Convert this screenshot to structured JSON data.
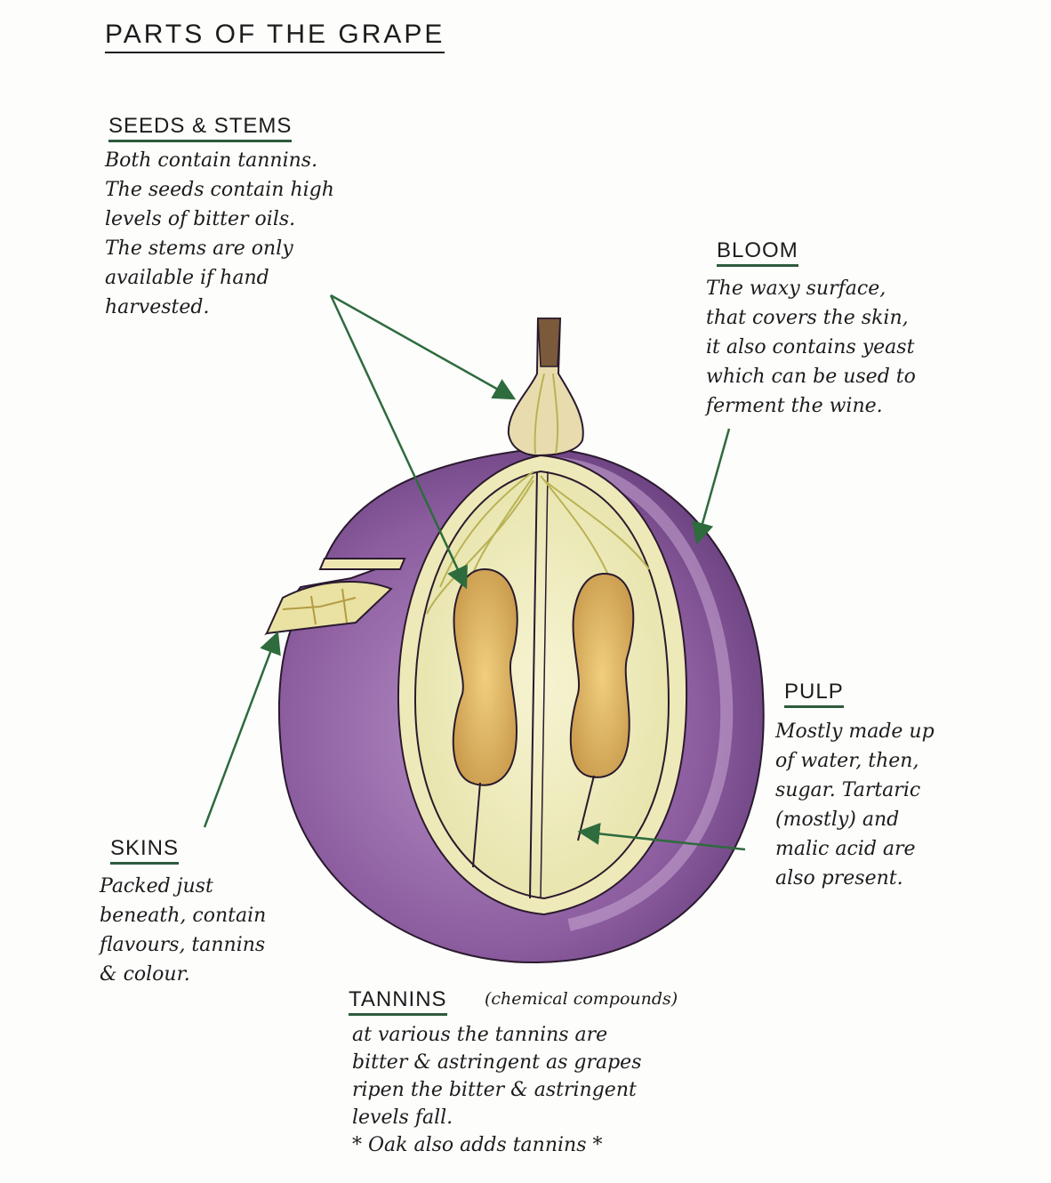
{
  "title": "PARTS OF THE GRAPE",
  "seeds_stems": {
    "heading": "SEEDS & STEMS",
    "lines": [
      "Both contain tannins.",
      "The seeds contain high",
      "levels of bitter oils.",
      "The stems are only",
      "available if hand",
      "harvested."
    ]
  },
  "bloom": {
    "heading": "BLOOM",
    "lines": [
      "The waxy surface,",
      "that covers the skin,",
      "it also contains yeast",
      "which can be used to",
      "ferment the wine."
    ]
  },
  "pulp": {
    "heading": "PULP",
    "lines": [
      "Mostly made up",
      "of water, then,",
      "sugar. Tartaric",
      "(mostly) and",
      "malic acid are",
      "also present."
    ]
  },
  "skins": {
    "heading": "SKINS",
    "lines": [
      "Packed just",
      "beneath, contain",
      "flavours, tannins",
      "& colour."
    ]
  },
  "tannins": {
    "heading": "TANNINS",
    "subheading": "(chemical compounds)",
    "lines": [
      "at various the tannins are",
      "bitter & astringent as grapes",
      "ripen the bitter & astringent",
      "levels fall.",
      "* Oak also adds tannins *"
    ]
  },
  "colors": {
    "skin": "#8a5b9c",
    "skin_light": "#b48fc2",
    "pulp": "#f1efc4",
    "seed": "#e0b967",
    "arrow": "#2e6b3d",
    "stem": "#7a5a3a"
  }
}
